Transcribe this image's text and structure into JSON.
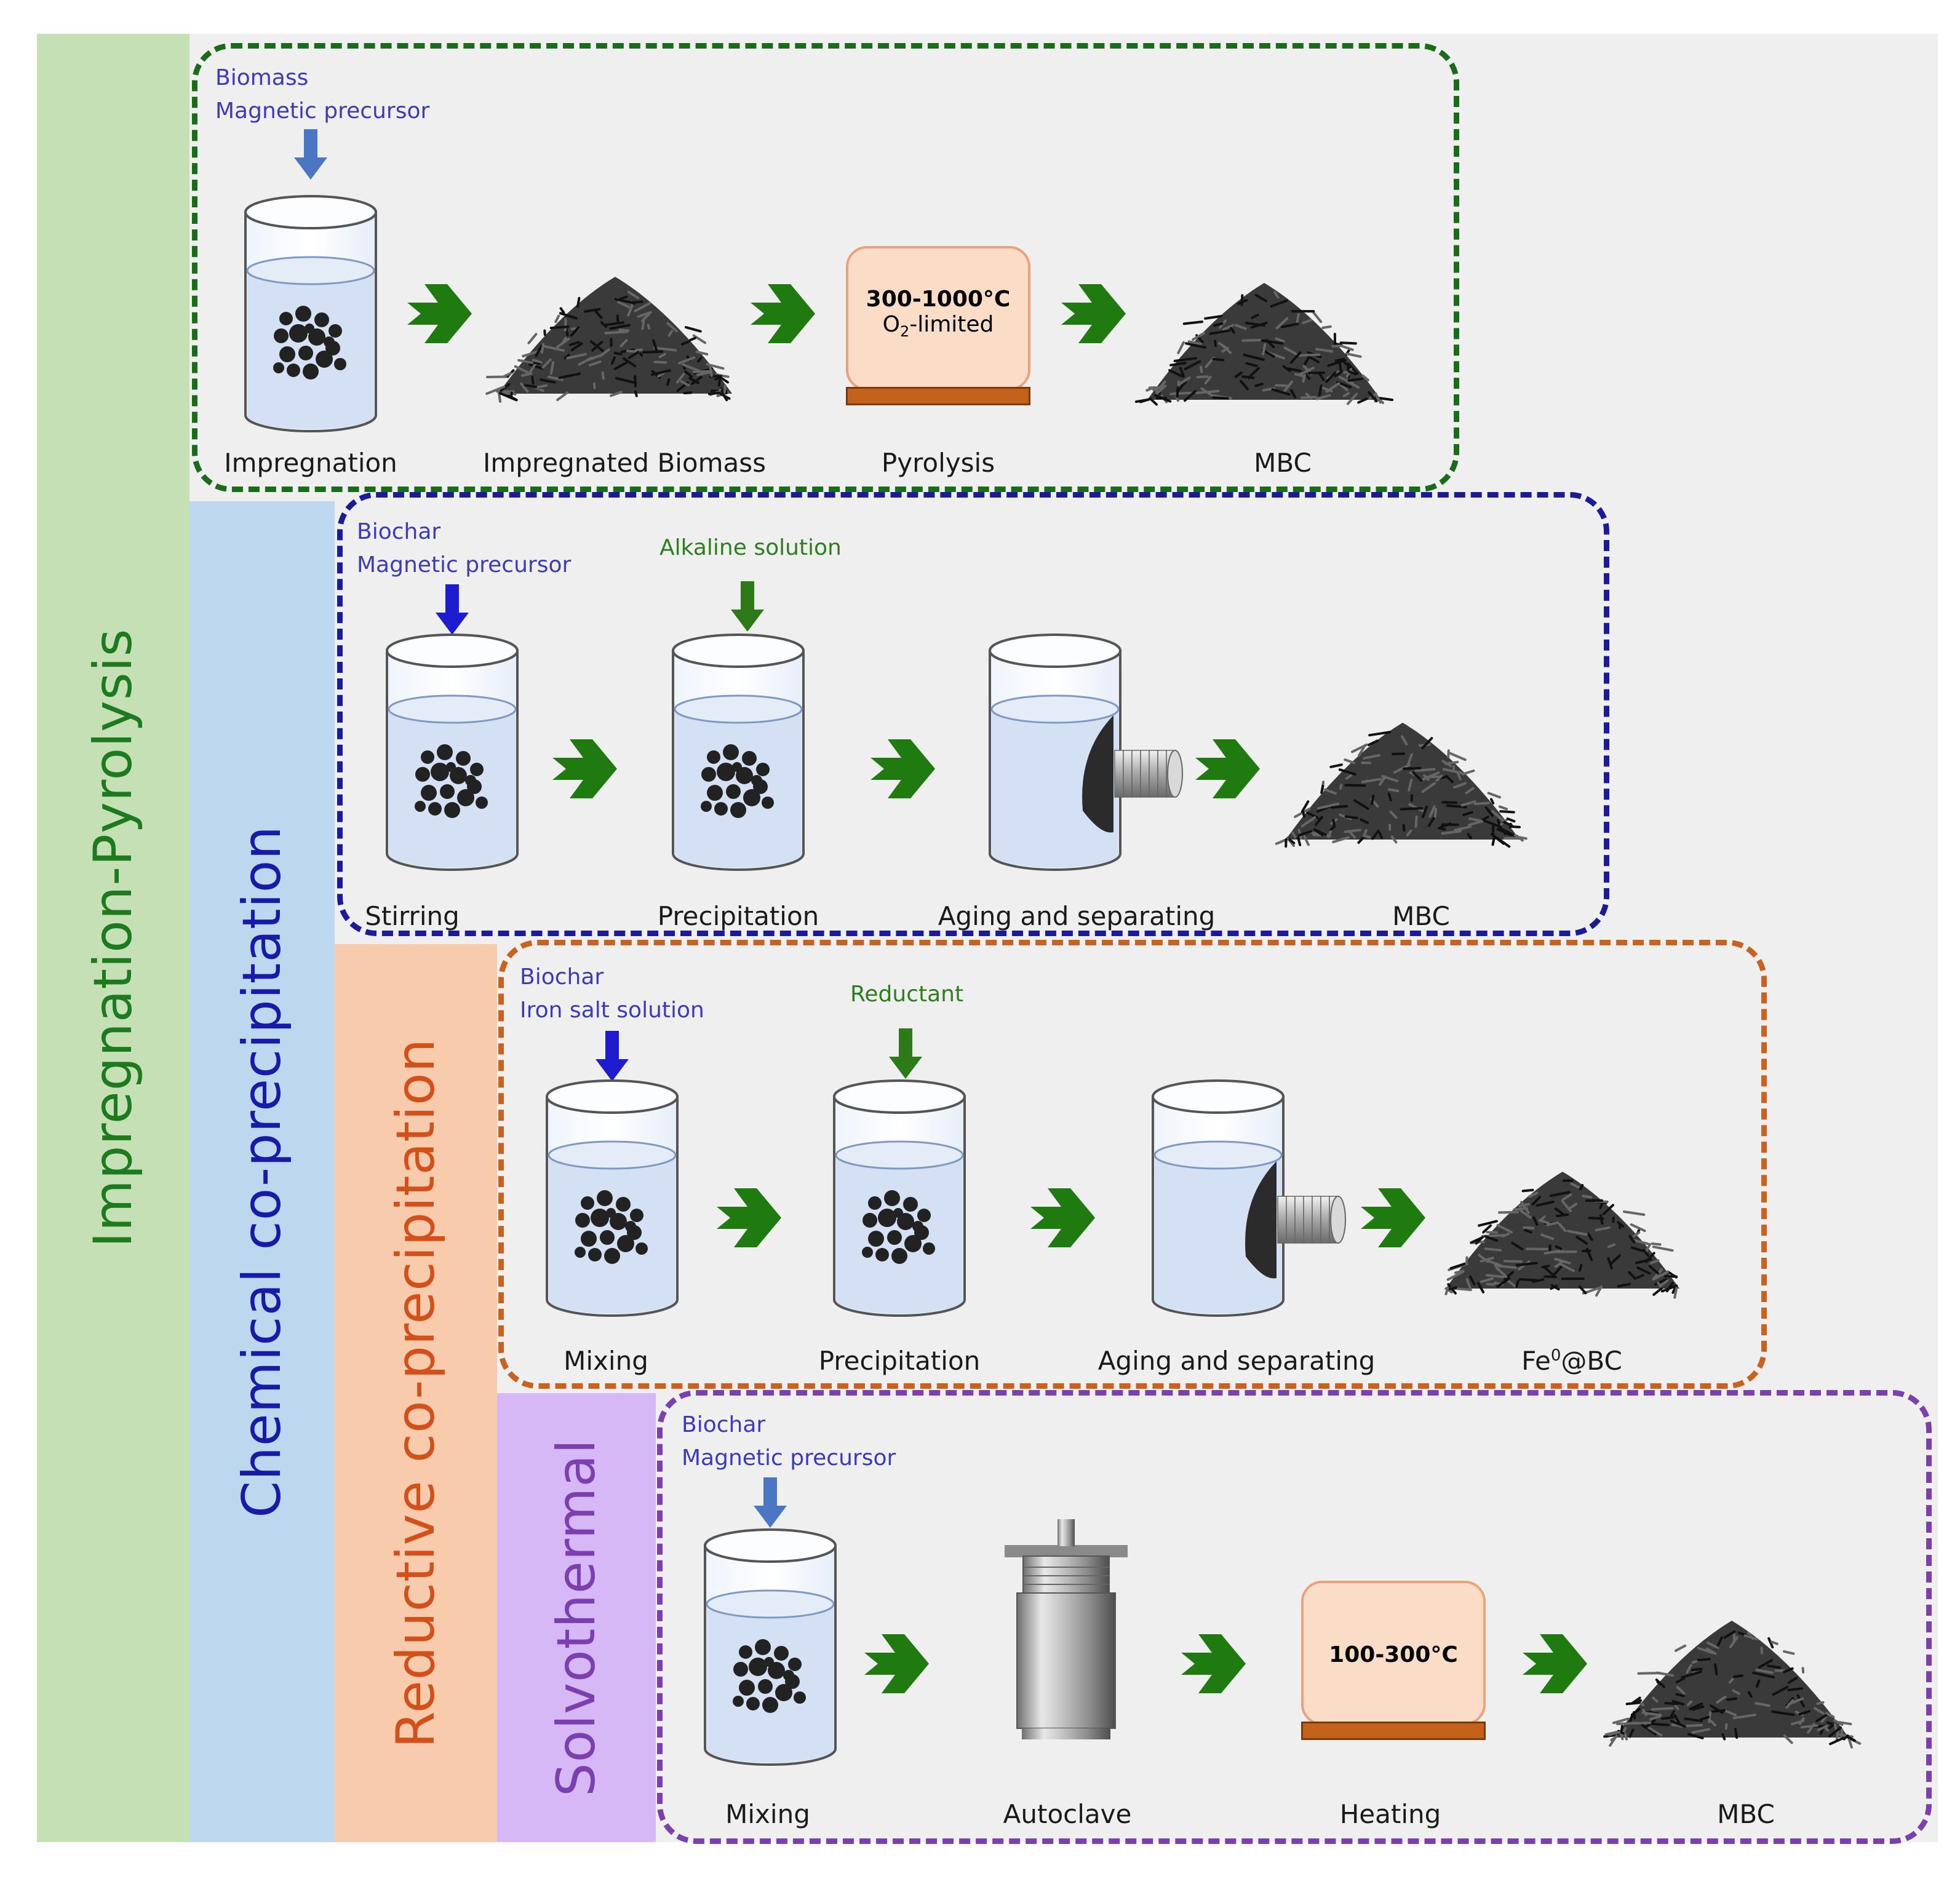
{
  "methods": [
    {
      "name": "Impregnation-Pyrolysis",
      "band_color": "#c5e0b4",
      "text_color": "#1e7a1e",
      "frame_color": "#1a6b1a",
      "inputs": [
        {
          "lines": [
            "Biomass",
            "Magnetic precursor"
          ],
          "color": "#3b3bb8"
        }
      ],
      "steps": [
        "Impregnation",
        "Impregnated Biomass",
        "Pyrolysis",
        "MBC"
      ],
      "heater": {
        "temp": "300-1000°C",
        "atmosphere_prefix": "O",
        "atmosphere_subscript": "2",
        "atmosphere_suffix": "-limited"
      }
    },
    {
      "name": "Chemical co-precipitation",
      "band_color": "#bdd7ee",
      "text_color": "#1a1aa8",
      "frame_color": "#1a1a9a",
      "inputs": [
        {
          "lines": [
            "Biochar",
            "Magnetic precursor"
          ],
          "color": "#3b3bb8"
        },
        {
          "lines": [
            "Alkaline solution"
          ],
          "color": "#2e7d1e"
        }
      ],
      "steps": [
        "Stirring",
        "Precipitation",
        "Aging and separating",
        "MBC"
      ]
    },
    {
      "name": "Reductive co-precipitation",
      "band_color": "#f8cbad",
      "text_color": "#d4501a",
      "frame_color": "#c8621e",
      "inputs": [
        {
          "lines": [
            "Biochar",
            "Iron salt solution"
          ],
          "color": "#3b3bb8"
        },
        {
          "lines": [
            "Reductant"
          ],
          "color": "#2e7d1e"
        }
      ],
      "steps": [
        "Mixing",
        "Precipitation",
        "Aging and separating"
      ],
      "product": {
        "base": "Fe",
        "sup": "0",
        "rest": "@BC"
      }
    },
    {
      "name": "Solvothermal",
      "band_color": "#d5b8f5",
      "text_color": "#7b3fb0",
      "frame_color": "#7b3fb0",
      "inputs": [
        {
          "lines": [
            "Biochar",
            "Magnetic precursor"
          ],
          "color": "#3b3bb8"
        }
      ],
      "steps": [
        "Mixing",
        "Autoclave",
        "Heating",
        "MBC"
      ],
      "heater": {
        "temp": "100-300°C"
      }
    }
  ],
  "colors": {
    "panel_bg": "#efefef",
    "arrow_green": "#1f7a0f",
    "arrow_blue": "#4a76c4",
    "arrow_dark_blue": "#1d1dcf",
    "arrow_input_green": "#2c7a18",
    "liquid": "#d4e0f3",
    "char": "#222222",
    "heater_fill": "#fbdcc6",
    "plate": "#c4621c"
  },
  "icons": [
    "beaker-icon",
    "biochar-pile-icon",
    "heater-icon",
    "magnet-icon",
    "autoclave-icon",
    "process-arrow-icon",
    "input-arrow-icon"
  ]
}
